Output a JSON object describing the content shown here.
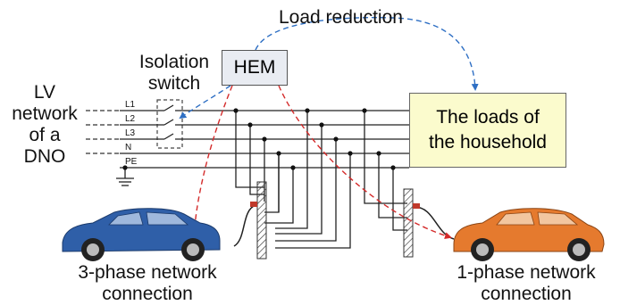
{
  "title": "Load reduction",
  "hem_label": "HEM",
  "isolation_switch": {
    "line1": "Isolation",
    "line2": "switch"
  },
  "lv_network": {
    "line1": "LV",
    "line2": "network",
    "line3": "of a",
    "line4": "DNO"
  },
  "conductors": [
    "L1",
    "L2",
    "L3",
    "N",
    "PE"
  ],
  "loads_label": "The loads of\nthe household",
  "left_car": {
    "caption1": "3-phase network",
    "caption2": "connection",
    "color": "#2f5fa8"
  },
  "right_car": {
    "caption1": "1-phase network",
    "caption2": "connection",
    "color": "#e57a2e"
  },
  "colors": {
    "control_blue": "#2e6fc4",
    "control_red": "#d42b2b",
    "hem_fill": "#e9ecf2",
    "loads_fill": "#fbfbcd"
  }
}
